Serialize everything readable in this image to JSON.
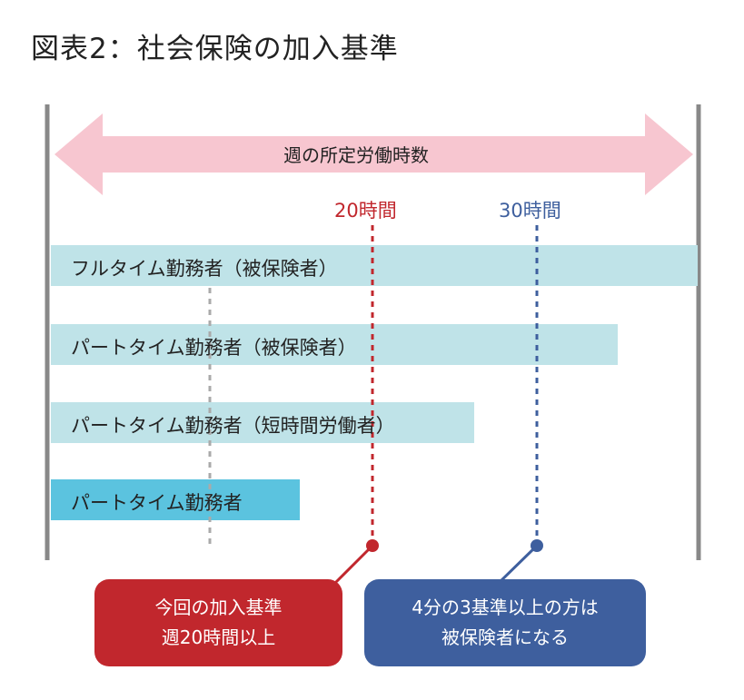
{
  "title": "図表2：社会保険の加入基準",
  "colors": {
    "arrow": "#f7c6d0",
    "bar_light": "#bfe3e8",
    "bar_dark": "#5bc3df",
    "red": "#c1272d",
    "blue": "#3e5f9e",
    "axis": "#888888",
    "dotted_gray": "#aaaaaa"
  },
  "arrow_label": "週の所定労働時数",
  "markers": [
    {
      "label": "20時間",
      "color": "#c1272d"
    },
    {
      "label": "30時間",
      "color": "#3e5f9e"
    }
  ],
  "bars": [
    {
      "label": "フルタイム勤務者（被保険者）",
      "color": "#bfe3e8"
    },
    {
      "label": "パートタイム勤務者（被保険者）",
      "color": "#bfe3e8"
    },
    {
      "label": "パートタイム勤務者（短時間労働者）",
      "color": "#bfe3e8"
    },
    {
      "label": "パートタイム勤務者",
      "color": "#5bc3df"
    }
  ],
  "callouts": [
    {
      "lines": [
        "今回の加入基準",
        "週20時間以上"
      ],
      "color": "#c1272d"
    },
    {
      "lines": [
        "4分の3基準以上の方は",
        "被保険者になる"
      ],
      "color": "#3e5f9e"
    }
  ]
}
